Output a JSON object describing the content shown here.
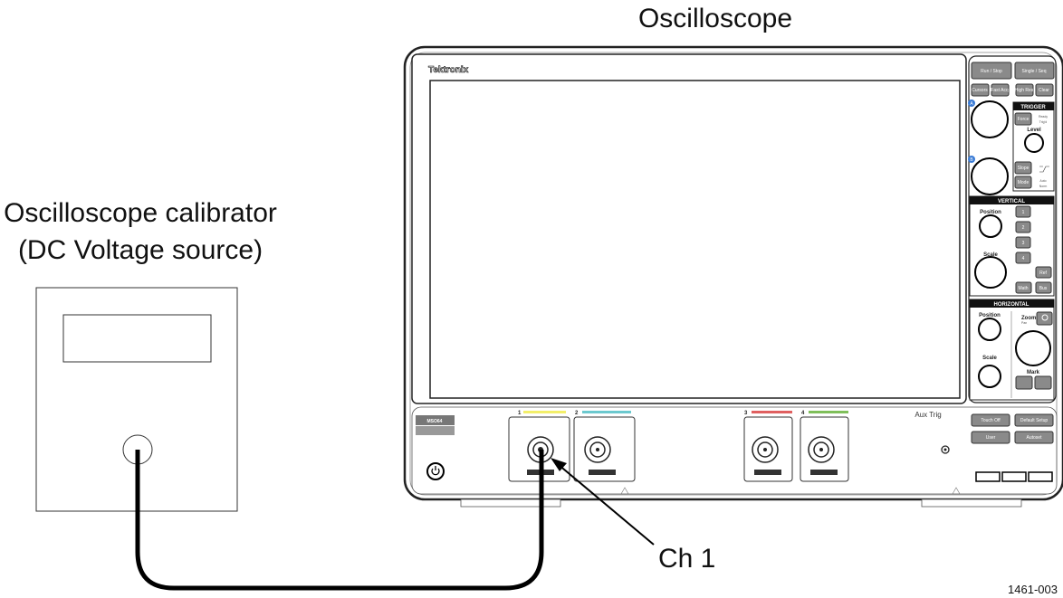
{
  "labels": {
    "oscilloscope": "Oscilloscope",
    "calibrator_line1": "Oscilloscope calibrator",
    "calibrator_line2": "(DC Voltage source)",
    "channel_callout": "Ch 1",
    "figure_number": "1461-003"
  },
  "scope": {
    "brand": "Tektronix",
    "model": "MSO64",
    "buttons": {
      "run_stop": "Run / Stop",
      "single_seq": "Single / Seq",
      "cursors": "Cursors",
      "fast_acq": "Fast Acq",
      "high_res": "High Res",
      "clear": "Clear",
      "force": "Force",
      "slope": "Slope",
      "mode": "Mode",
      "ch1": "1",
      "ch2": "2",
      "ch3": "3",
      "ch4": "4",
      "ref": "Ref",
      "math": "Math",
      "bus": "Bus",
      "touch_off": "Touch Off",
      "default_setup": "Default Setup",
      "user": "User",
      "autoset": "Autoset"
    },
    "sections": {
      "trigger": "TRIGGER",
      "vertical": "VERTICAL",
      "horizontal": "HORIZONTAL"
    },
    "knob_labels": {
      "level": "Level",
      "position": "Position",
      "scale": "Scale",
      "zoom": "Zoom",
      "pan": "Pan",
      "mark": "Mark",
      "a": "A",
      "b": "B"
    },
    "trigger_status": {
      "ready": "Ready",
      "trigd": "Trig'd",
      "auto": "Auto",
      "norm": "Norm"
    },
    "channel_numbers": [
      "1",
      "2",
      "3",
      "4"
    ],
    "aux_trig": "Aux Trig",
    "channel_colors": [
      "#f3ef6a",
      "#6cc9cf",
      "#e06060",
      "#7fbf5a"
    ]
  }
}
